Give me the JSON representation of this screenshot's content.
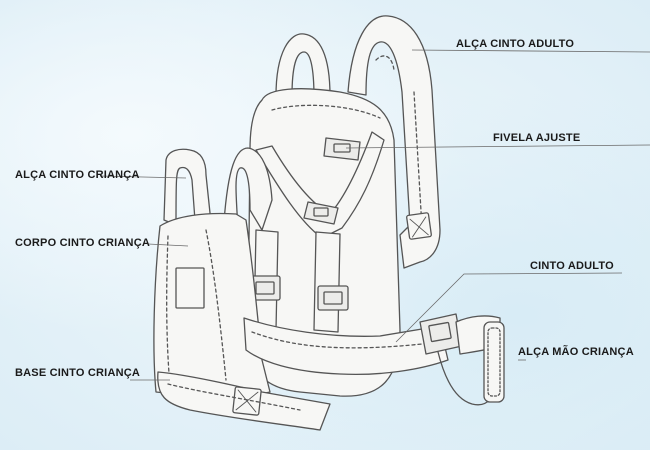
{
  "labels": {
    "alca_cinto_adulto": "ALÇA CINTO ADULTO",
    "fivela_ajuste": "FIVELA AJUSTE",
    "alca_cinto_crianca": "ALÇA CINTO CRIANÇA",
    "corpo_cinto_crianca": "CORPO CINTO CRIANÇA",
    "cinto_adulto": "CINTO ADULTO",
    "alca_mao_crianca": "ALÇA MÃO CRIANÇA",
    "base_cinto_crianca": "BASE CINTO CRIANÇA"
  },
  "colors": {
    "line": "#555555",
    "leader": "#6a6a6a",
    "fill": "#f7f7f5",
    "shade": "#e6e6e3"
  }
}
